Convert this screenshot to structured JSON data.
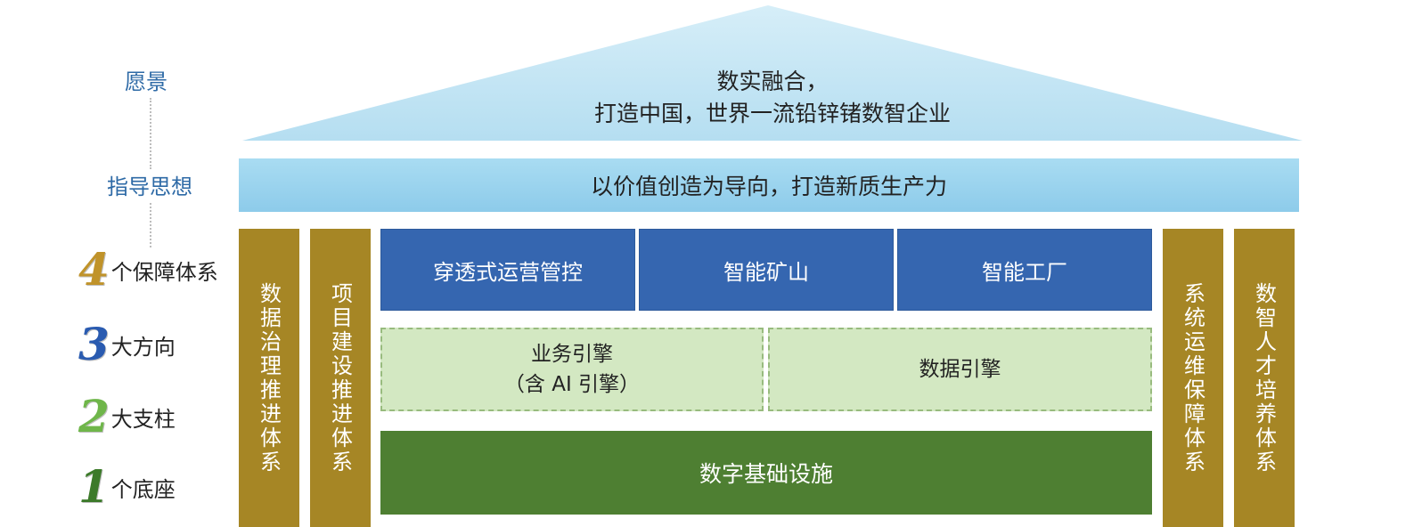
{
  "left_labels": {
    "vision": "愿景",
    "guiding": "指导思想",
    "systems": {
      "number": "4",
      "text": "个保障体系",
      "color": "#c0932a"
    },
    "directions": {
      "number": "3",
      "text": "大方向",
      "color": "#2a5bb0"
    },
    "pillars": {
      "number": "2",
      "text": "大支柱",
      "color": "#6fb64a"
    },
    "base": {
      "number": "1",
      "text": "个底座",
      "color": "#3c7a2a"
    }
  },
  "roof": {
    "line1": "数实融合，",
    "line2": "打造中国，世界一流铅锌锗数智企业"
  },
  "beam": "以价值创造为导向，打造新质生产力",
  "pillars": {
    "left1": "数据治理推进体系",
    "left2": "项目建设推进体系",
    "right1": "系统运维保障体系",
    "right2": "数智人才培养体系"
  },
  "directions": [
    "穿透式运营管控",
    "智能矿山",
    "智能工厂"
  ],
  "engines": {
    "business_line1": "业务引擎",
    "business_line2": "（含 AI 引擎）",
    "data": "数据引擎"
  },
  "base": "数字基础设施",
  "colors": {
    "sky": "#a9dcf2",
    "gold_pillar": "#a68625",
    "blue_box": "#3566b0",
    "light_green": "#d3e8c2",
    "dark_green": "#4e7f32",
    "label_blue": "#2e6aa6"
  }
}
